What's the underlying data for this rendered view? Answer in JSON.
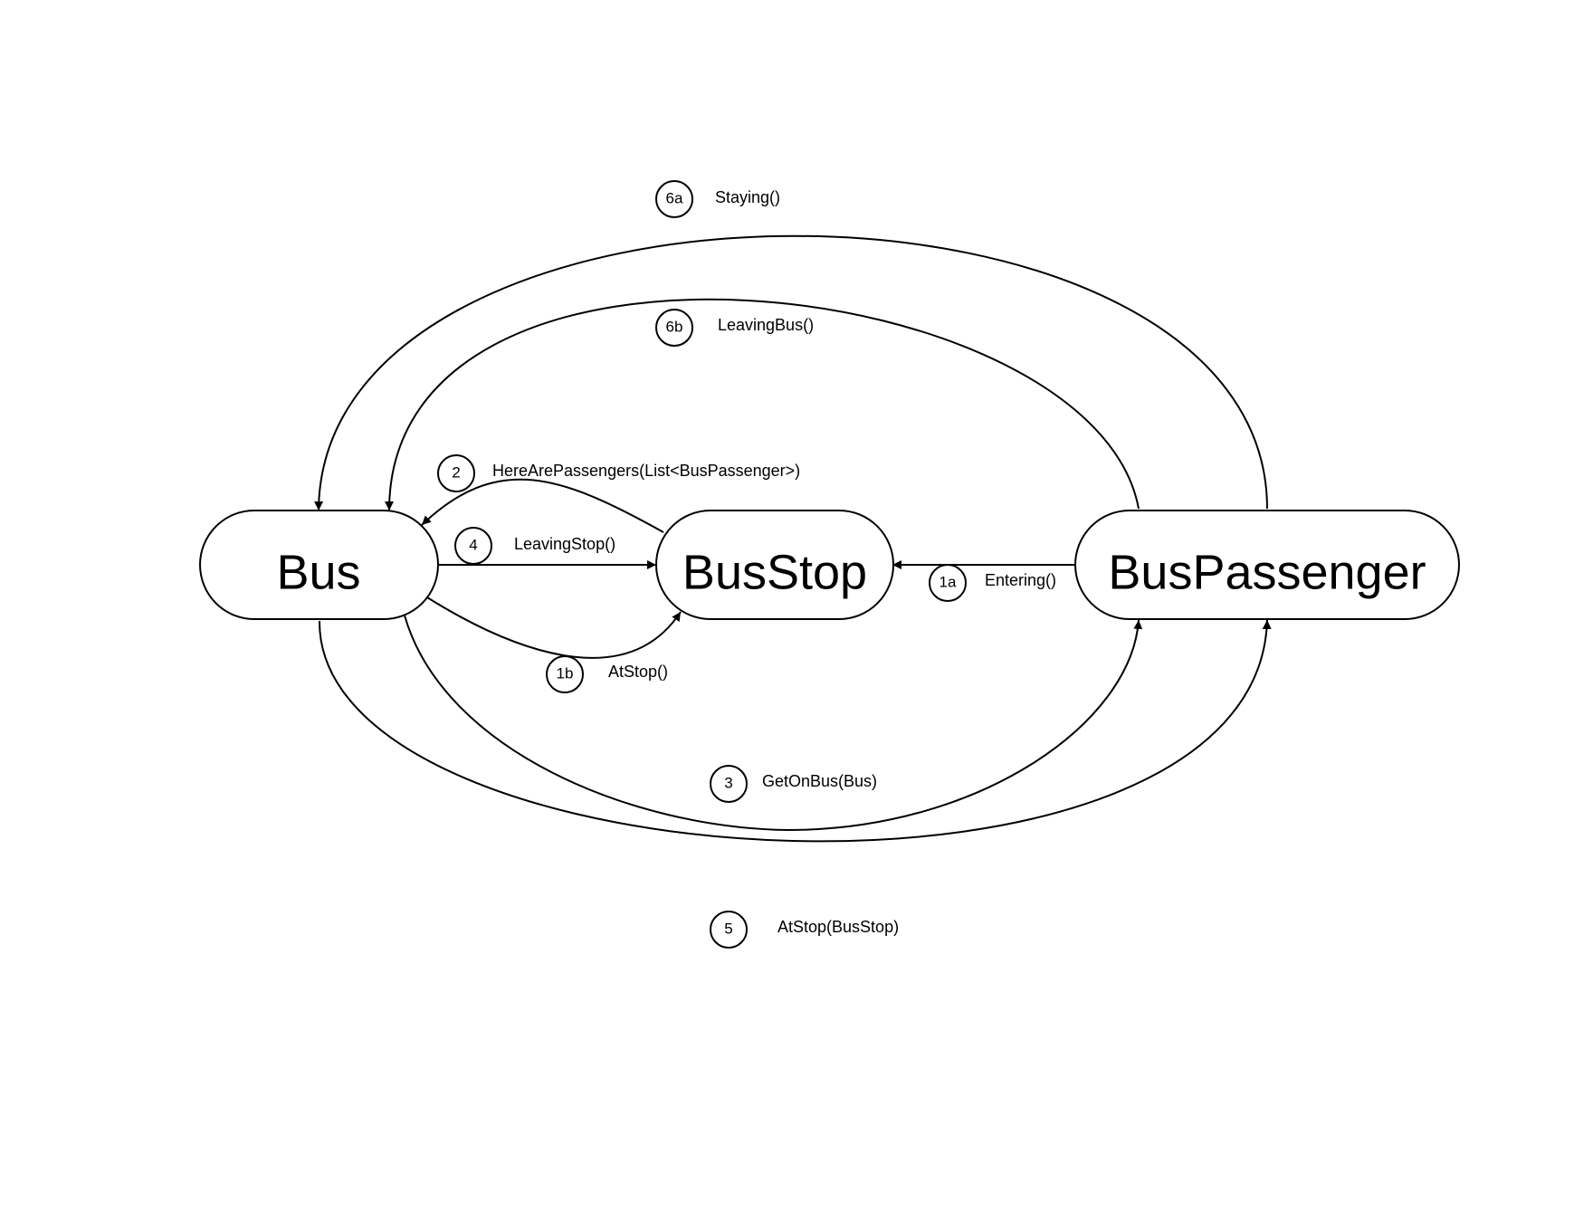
{
  "nodes": {
    "bus": "Bus",
    "busstop": "BusStop",
    "buspassenger": "BusPassenger"
  },
  "messages": {
    "m6a": {
      "step": "6a",
      "label": "Staying()"
    },
    "m6b": {
      "step": "6b",
      "label": "LeavingBus()"
    },
    "m2": {
      "step": "2",
      "label": "HereArePassengers(List<BusPassenger>)"
    },
    "m4": {
      "step": "4",
      "label": "LeavingStop()"
    },
    "m1a": {
      "step": "1a",
      "label": "Entering()"
    },
    "m1b": {
      "step": "1b",
      "label": "AtStop()"
    },
    "m3": {
      "step": "3",
      "label": "GetOnBus(Bus)"
    },
    "m5": {
      "step": "5",
      "label": "AtStop(BusStop)"
    }
  },
  "colors": {
    "stroke": "#000000",
    "background": "#ffffff"
  }
}
